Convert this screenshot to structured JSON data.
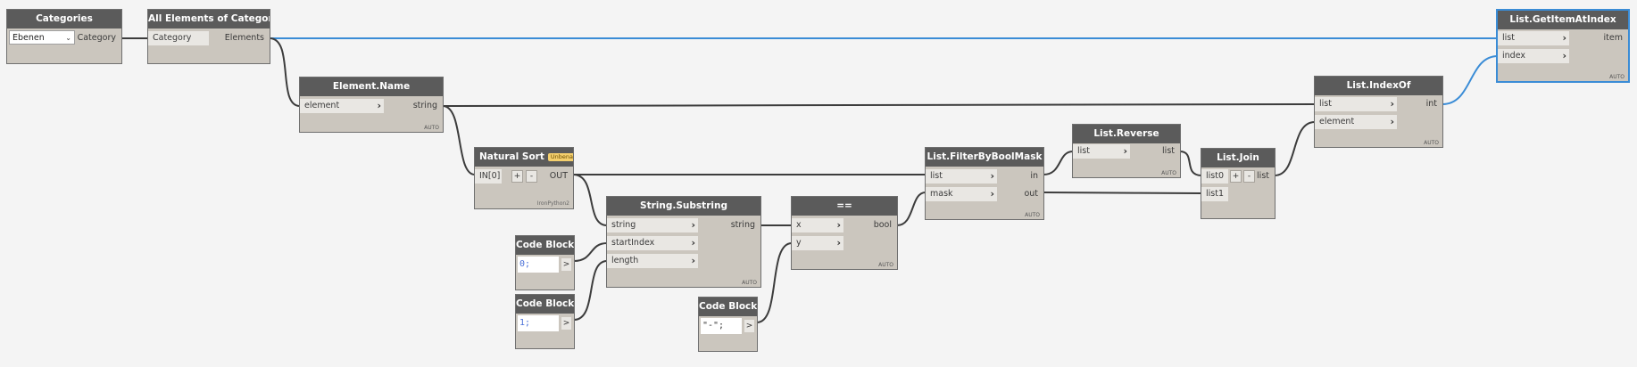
{
  "nodes": {
    "categories": {
      "title": "Categories",
      "dropdown_value": "Ebenen",
      "output": "Category"
    },
    "all_elements": {
      "title": "All Elements of Category",
      "input": "Category",
      "output": "Elements"
    },
    "element_name": {
      "title": "Element.Name",
      "input": "element",
      "output": "string",
      "lacing": "AUTO"
    },
    "natural_sort": {
      "title": "Natural Sort",
      "badge": "Unbenannt",
      "input": "IN[0]",
      "plus": "+",
      "minus": "-",
      "output": "OUT",
      "subtitle": "IronPython2"
    },
    "code_block_1": {
      "title": "Code Block",
      "code": "0;",
      "output": ">"
    },
    "code_block_2": {
      "title": "Code Block",
      "code": "1;",
      "output": ">"
    },
    "substring": {
      "title": "String.Substring",
      "inputs": [
        "string",
        "startIndex",
        "length"
      ],
      "output": "string",
      "lacing": "AUTO"
    },
    "code_block_3": {
      "title": "Code Block",
      "code": "\"-\";",
      "output": ">"
    },
    "equals": {
      "title": "==",
      "inputs": [
        "x",
        "y"
      ],
      "output": "bool",
      "lacing": "AUTO"
    },
    "filter": {
      "title": "List.FilterByBoolMask",
      "inputs": [
        "list",
        "mask"
      ],
      "outputs": [
        "in",
        "out"
      ],
      "lacing": "AUTO"
    },
    "reverse": {
      "title": "List.Reverse",
      "input": "list",
      "output": "list",
      "lacing": "AUTO"
    },
    "join": {
      "title": "List.Join",
      "inputs": [
        "list0",
        "list1"
      ],
      "plus": "+",
      "minus": "-",
      "output": "list"
    },
    "index_of": {
      "title": "List.IndexOf",
      "inputs": [
        "list",
        "element"
      ],
      "output": "int",
      "lacing": "AUTO"
    },
    "get_item": {
      "title": "List.GetItemAtIndex",
      "inputs": [
        "list",
        "index"
      ],
      "output": "item",
      "lacing": "AUTO"
    }
  },
  "colors": {
    "wire": "#3c3c3c",
    "selected_wire": "#3a8cd6",
    "node_body": "#cbc6be",
    "node_header": "#5b5b5b",
    "canvas": "#f4f4f4"
  }
}
